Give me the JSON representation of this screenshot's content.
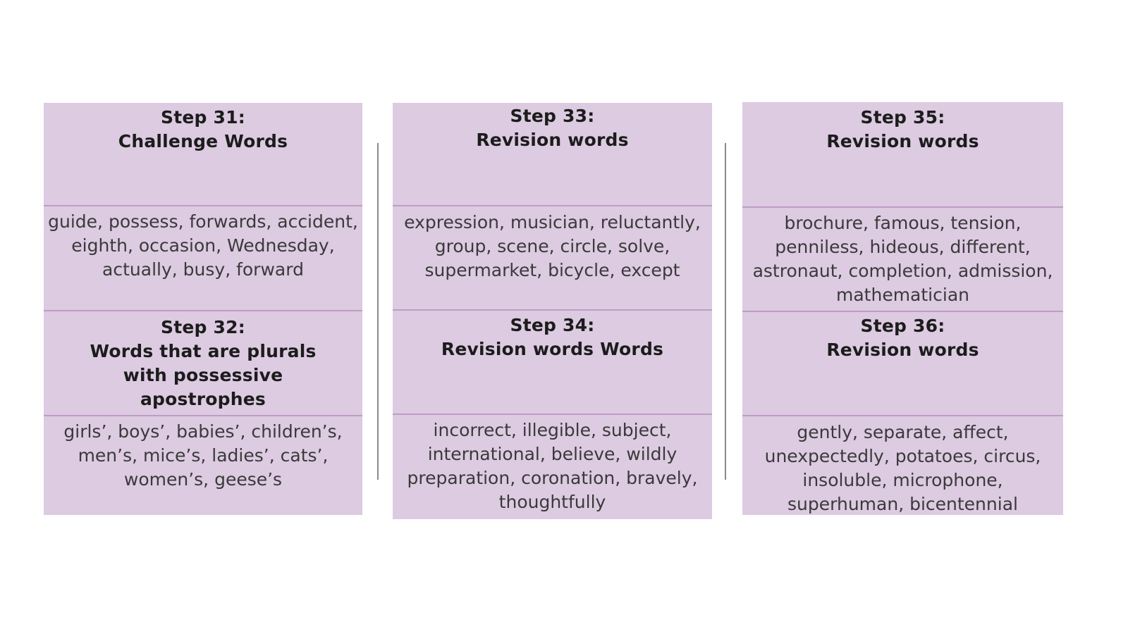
{
  "columns": [
    {
      "upper": {
        "step": "Step 31:",
        "title": "Challenge Words",
        "words": "guide, possess, forwards, accident, eighth, occasion, Wednesday, actually, busy, forward"
      },
      "lower": {
        "step": "Step 32:",
        "title": "Words that are plurals with possessive apostrophes",
        "words": "girls’, boys’, babies’, children’s, men’s, mice’s, ladies’, cats’, women’s, geese’s"
      }
    },
    {
      "upper": {
        "step": "Step 33:",
        "title": "Revision words",
        "words": "expression, musician, reluctantly, group, scene, circle, solve, supermarket, bicycle, except"
      },
      "lower": {
        "step": "Step 34:",
        "title": "Revision words Words",
        "words": "incorrect, illegible, subject, international, believe, wildly preparation, coronation, bravely, thoughtfully"
      }
    },
    {
      "upper": {
        "step": "Step 35:",
        "title": "Revision words",
        "words": "brochure, famous, tension, penniless, hideous, different, astronaut, completion, admission, mathematician"
      },
      "lower": {
        "step": "Step 36:",
        "title": "Revision words",
        "words": "gently, separate, affect, unexpectedly, potatoes, circus, insoluble, microphone, superhuman, bicentennial"
      }
    }
  ]
}
